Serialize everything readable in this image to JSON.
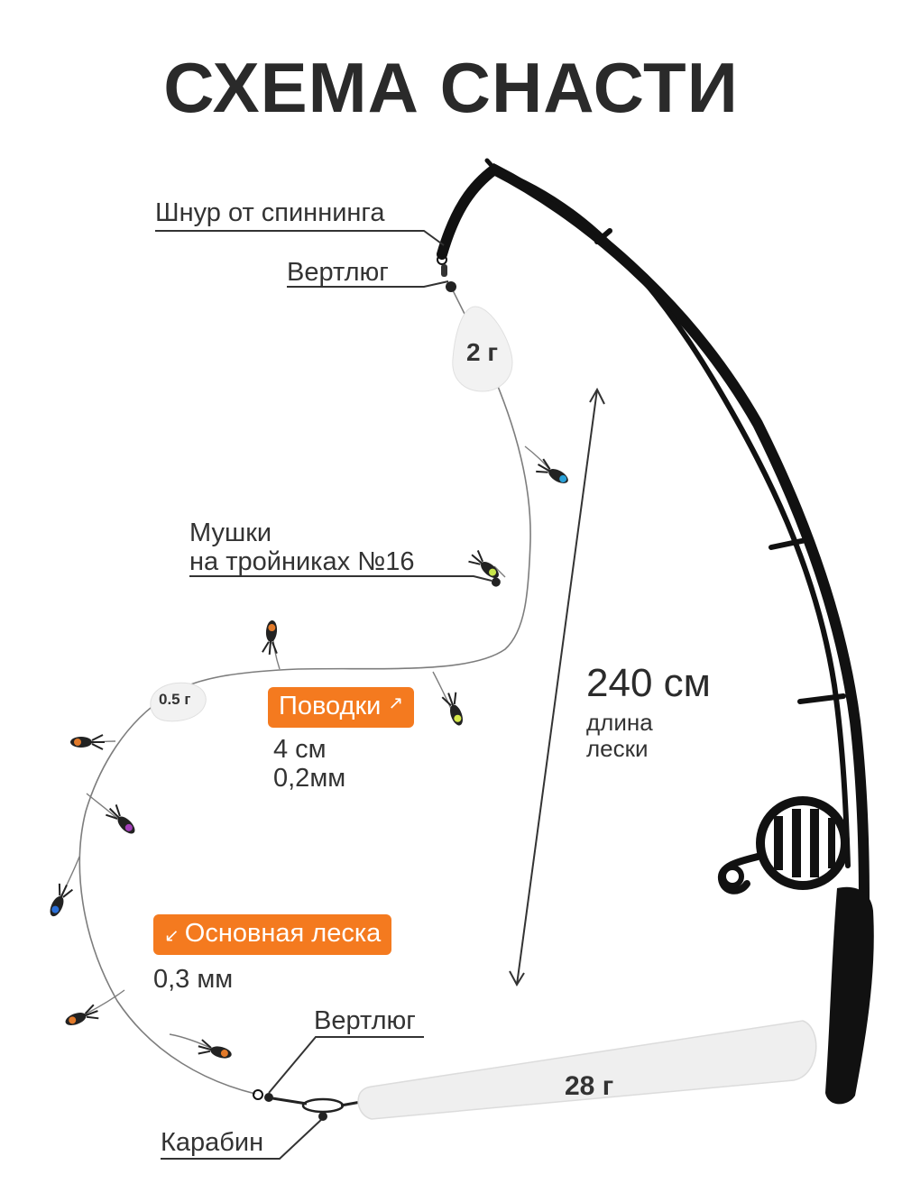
{
  "title": "СХЕМА СНАСТИ",
  "labels": {
    "line_from_rod": "Шнур от спиннинга",
    "swivel_top": "Вертлюг",
    "flies_line1": "Мушки",
    "flies_line2": "на тройниках №16",
    "swivel_bottom": "Вертлюг",
    "snap": "Карабин"
  },
  "weights": {
    "float_top": "2 г",
    "float_small": "0.5 г",
    "sinker": "28 г"
  },
  "leaders": {
    "label": "Поводки",
    "length": "4 см",
    "diameter": "0,2мм"
  },
  "main_line": {
    "label": "Основная леска",
    "diameter": "0,3 мм"
  },
  "line_length": {
    "value": "240 см",
    "caption_line1": "длина",
    "caption_line2": "лески"
  },
  "colors": {
    "accent": "#f47a1f",
    "rod": "#111111",
    "text": "#2b2b2b"
  },
  "icons": [
    "fishing-rod-icon",
    "reel-icon",
    "fly-hook-icon",
    "float-icon",
    "sinker-icon",
    "swivel-icon",
    "snap-icon"
  ]
}
